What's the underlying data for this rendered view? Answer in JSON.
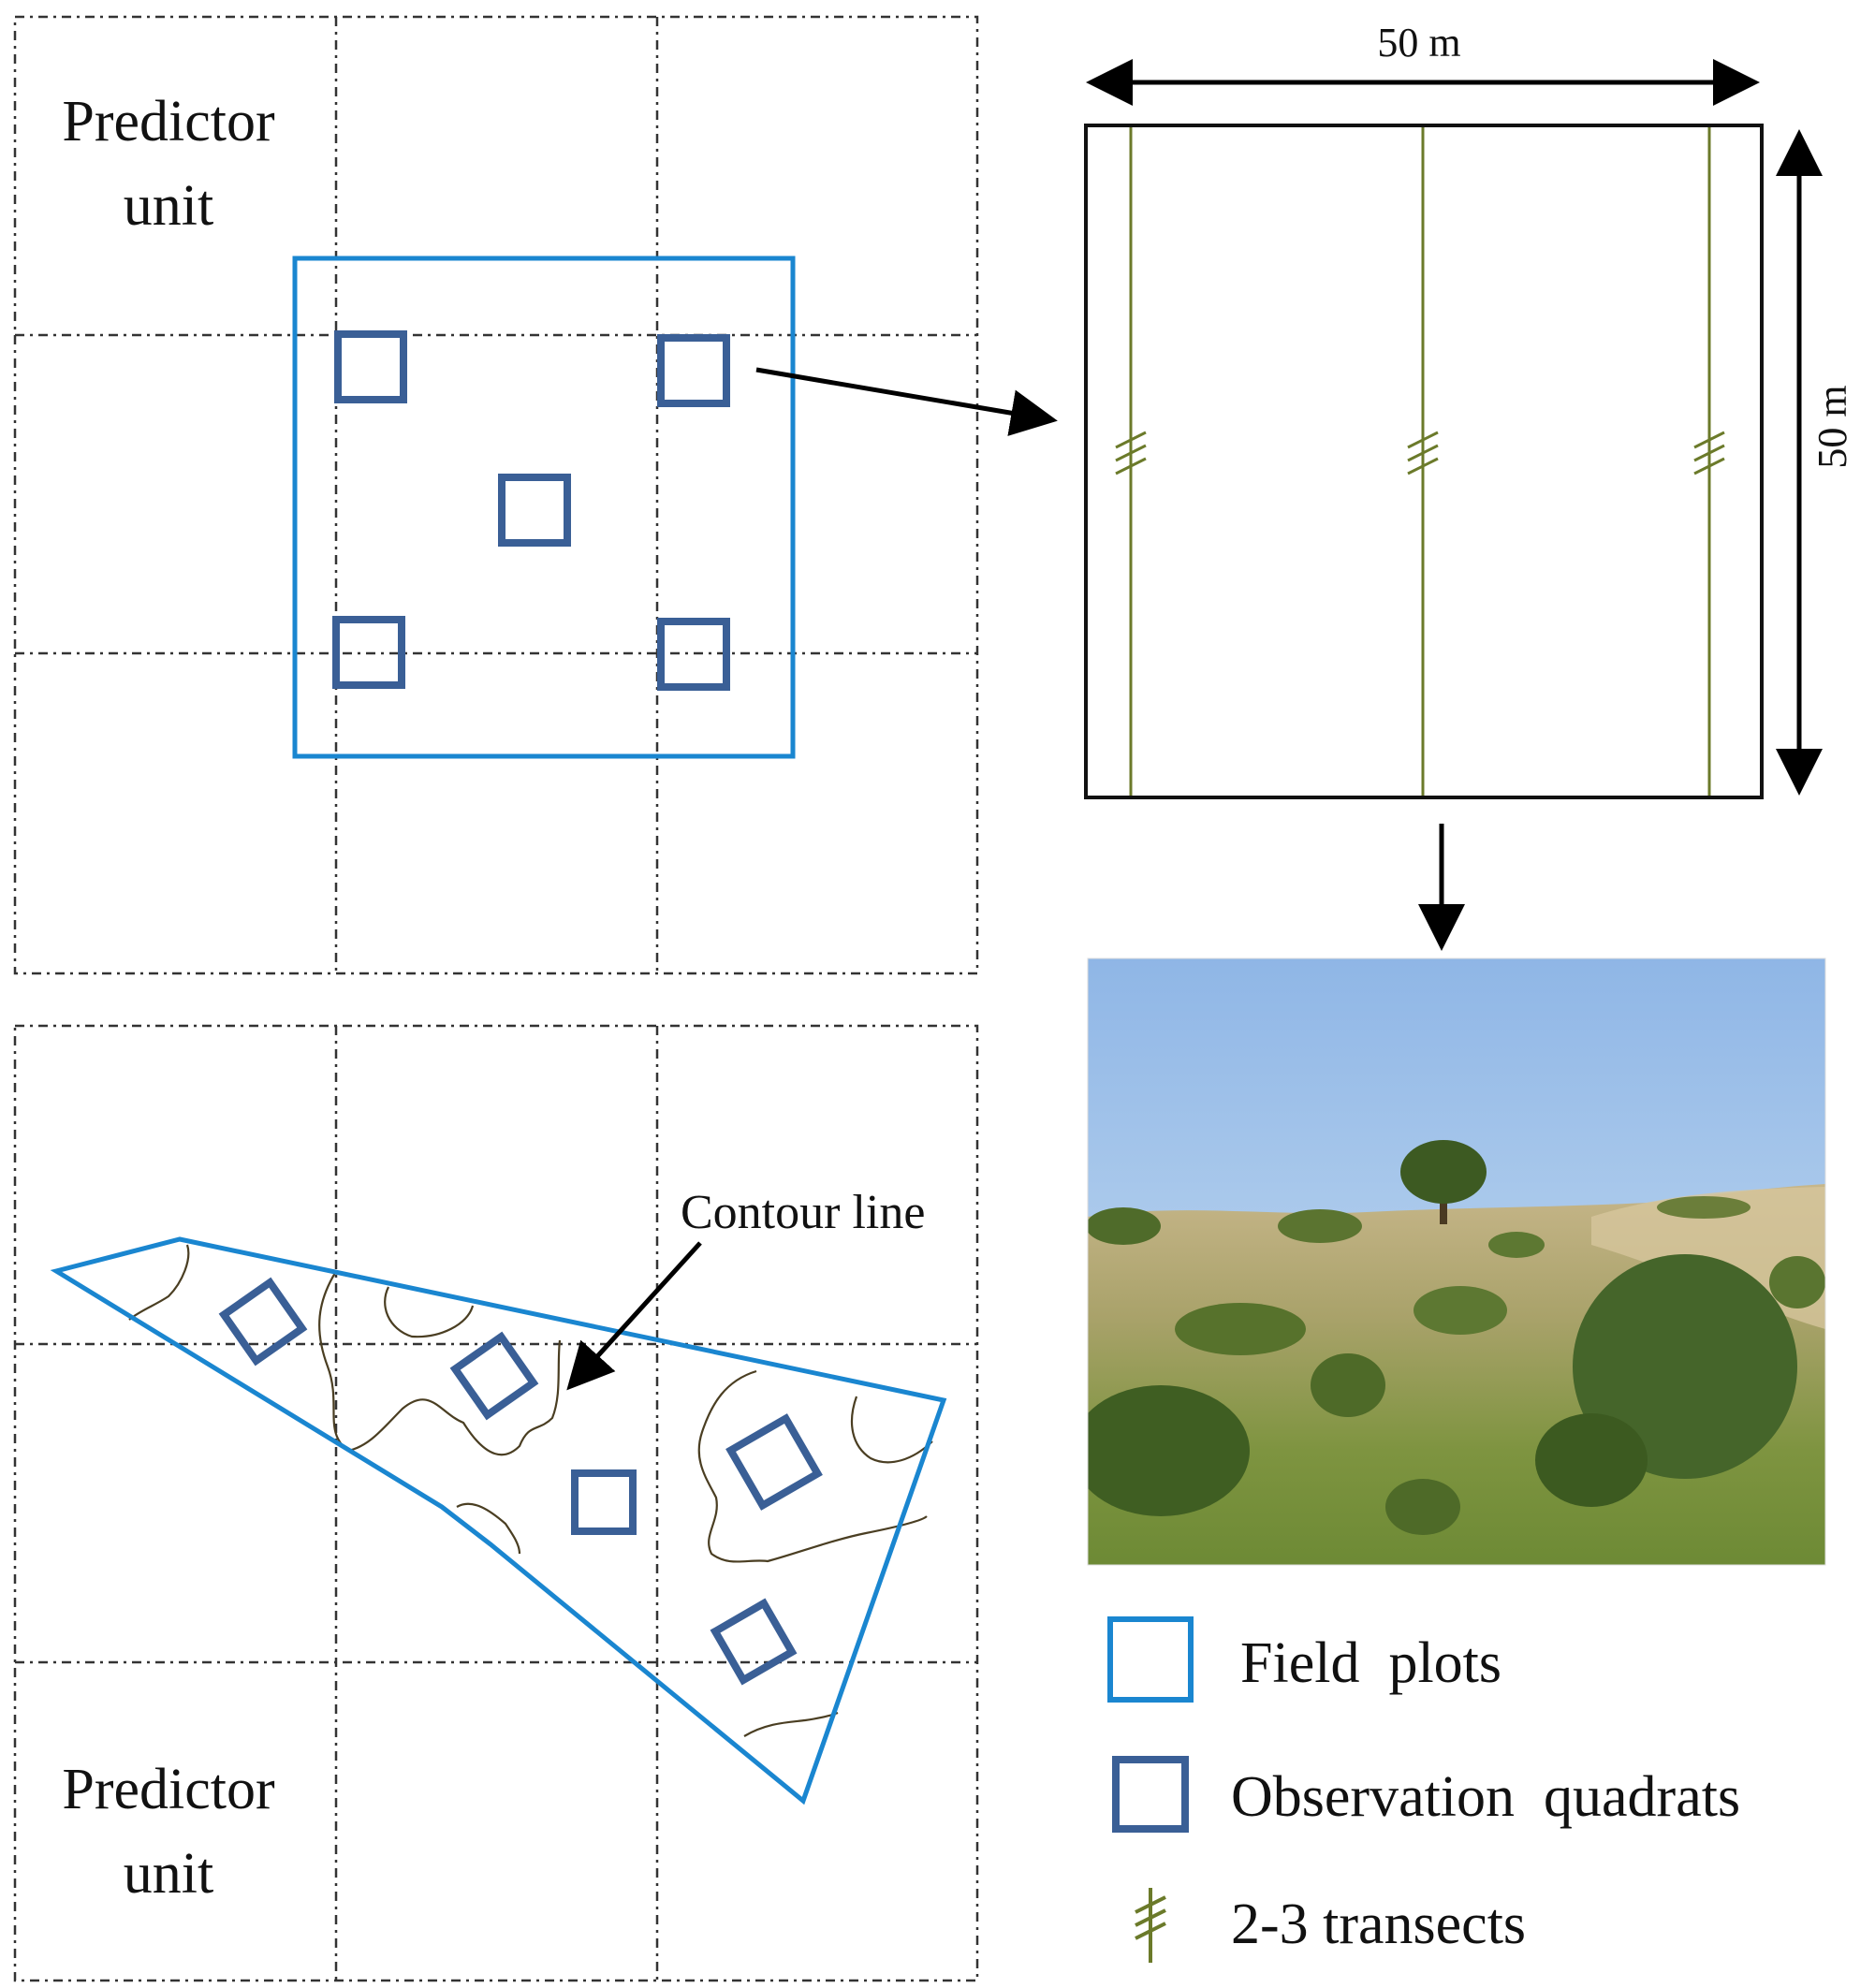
{
  "labels": {
    "predictor_unit_top_line1": "Predictor",
    "predictor_unit_top_line2": "unit",
    "predictor_unit_bottom_line1": "Predictor",
    "predictor_unit_bottom_line2": "unit",
    "contour_line": "Contour line",
    "width_dimension": "50 m",
    "height_dimension": "50 m"
  },
  "legend": [
    {
      "symbol": "field-plot",
      "label": "Field  plots"
    },
    {
      "symbol": "observation-quadrat",
      "label": "Observation  quadrats"
    },
    {
      "symbol": "transect",
      "label": "2-3 transects"
    }
  ],
  "colors": {
    "field_plot": "#1a86d0",
    "observation_quadrat": "#3a5f96",
    "transect": "#6b7a2a",
    "contour": "#4a3e22",
    "grid": "#333333"
  }
}
